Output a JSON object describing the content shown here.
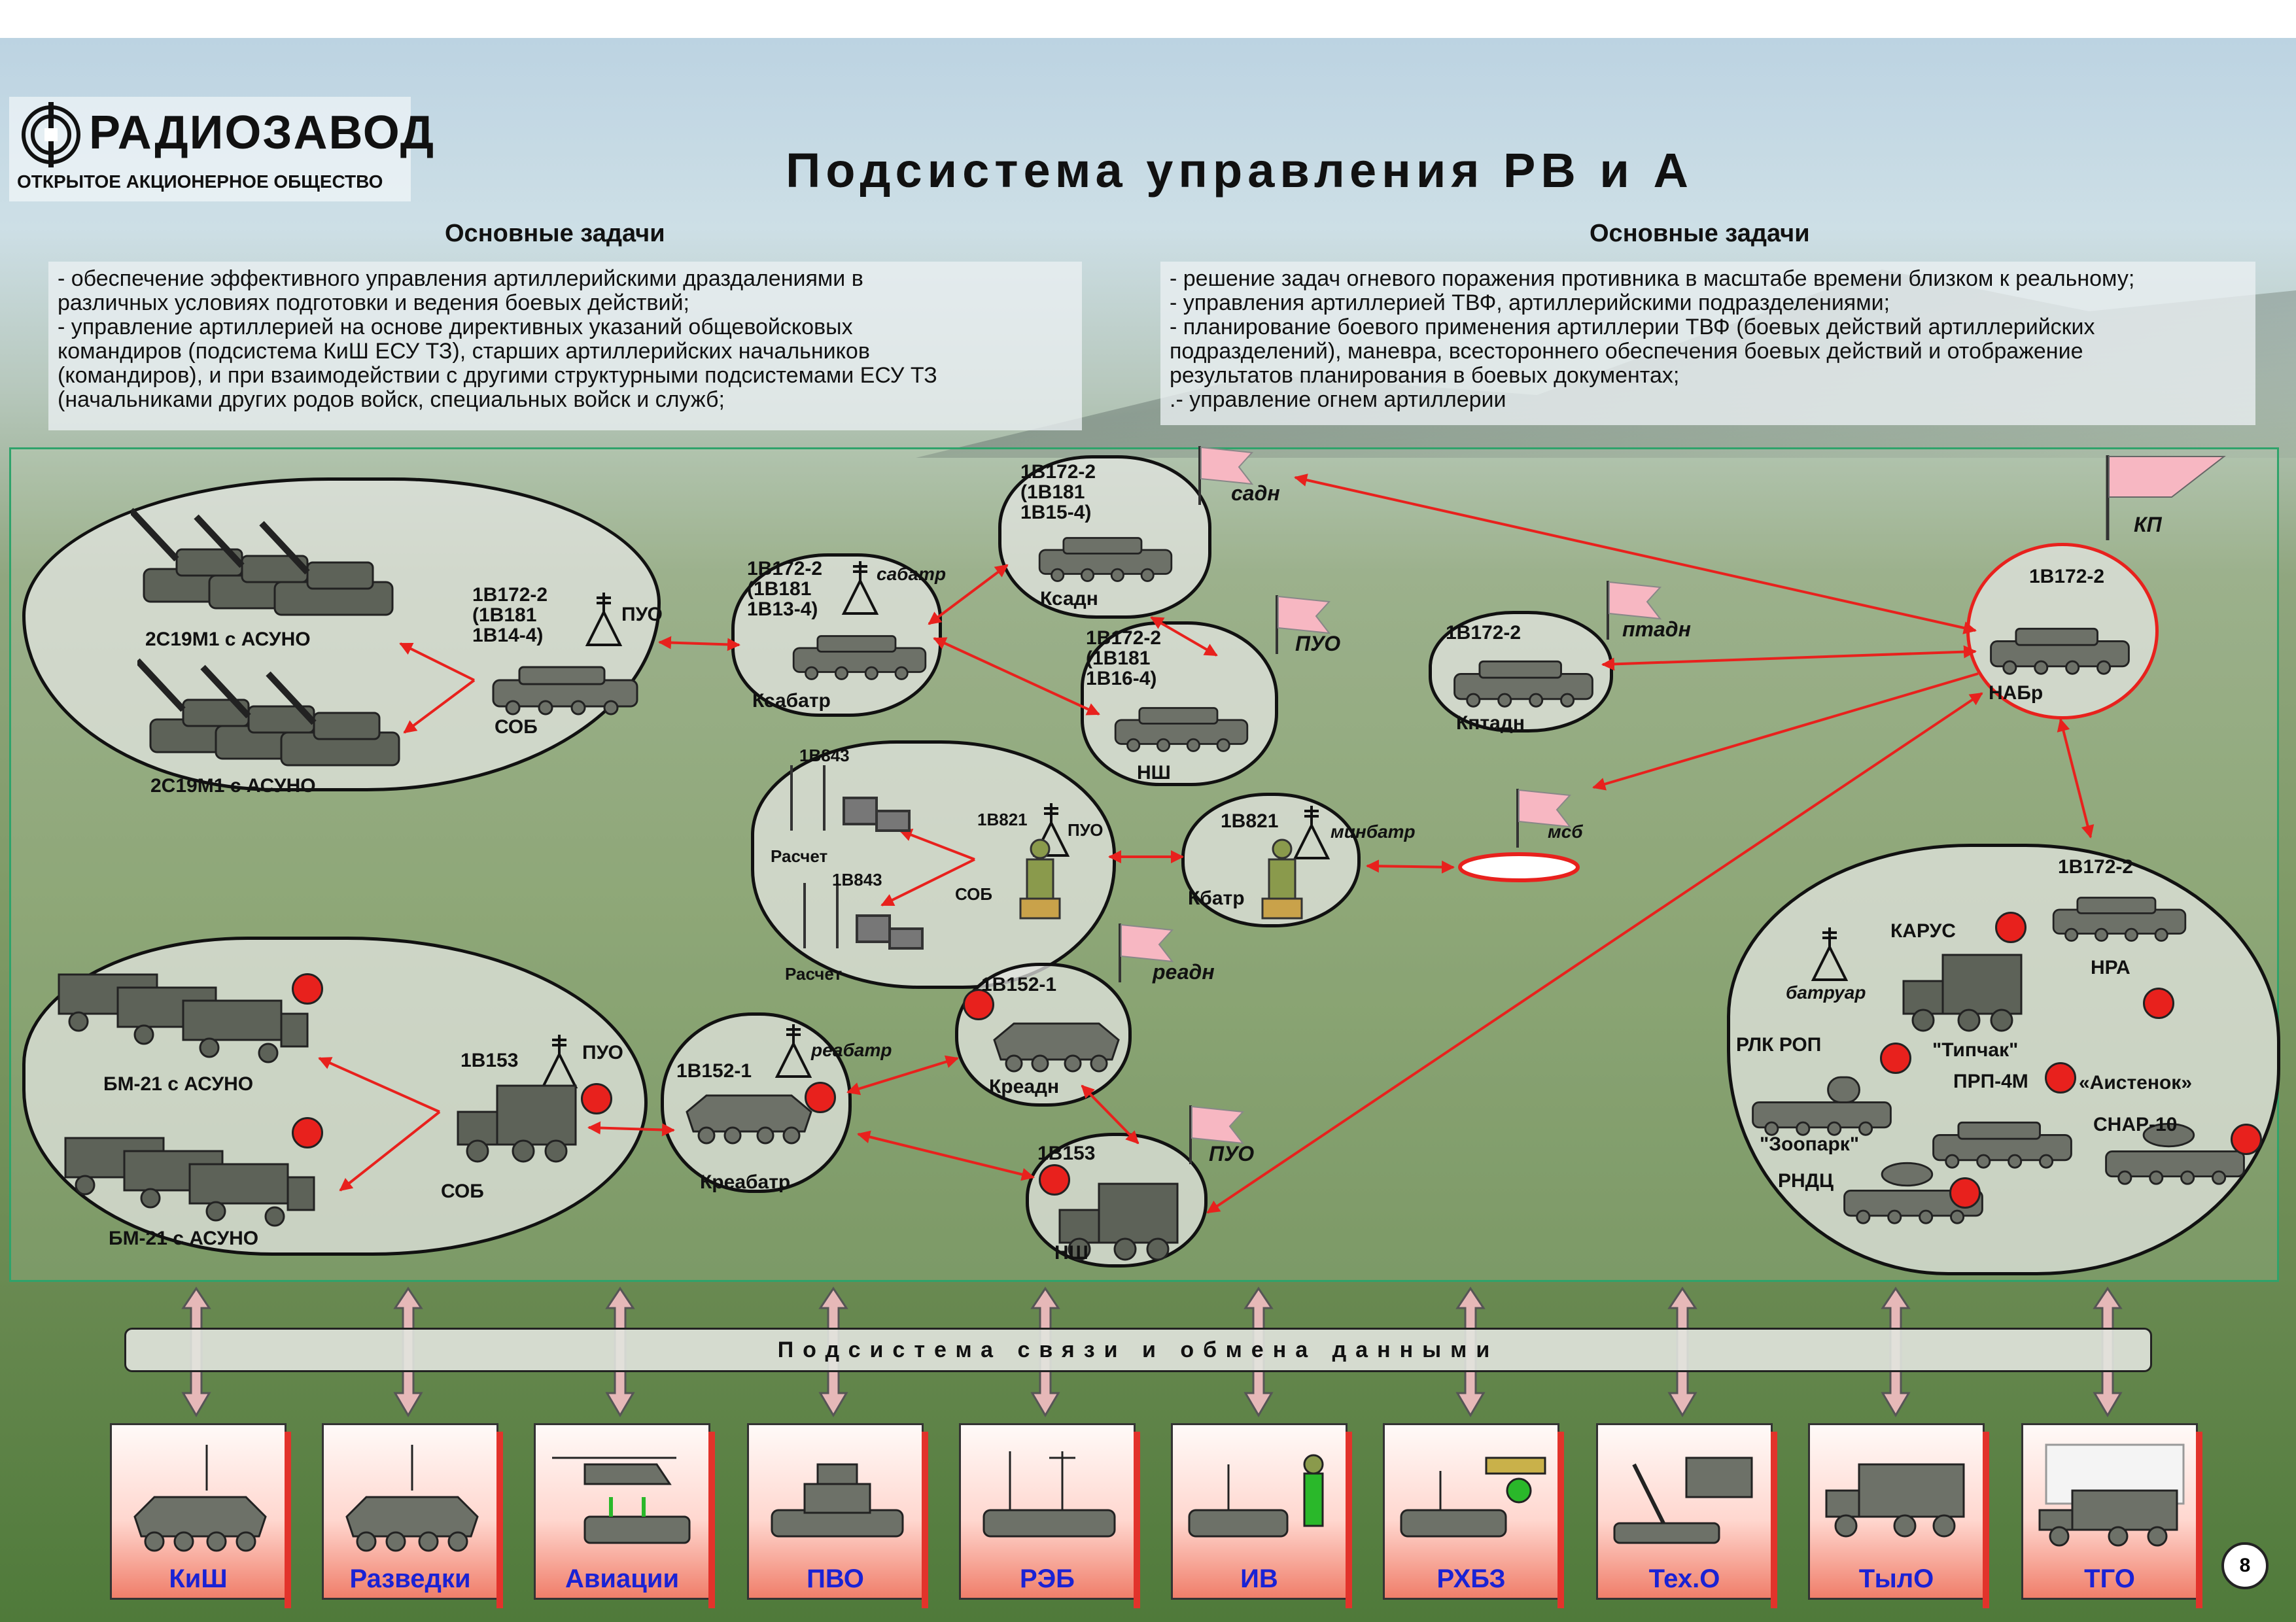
{
  "header": {
    "logo_name": "РАДИОЗАВОД",
    "logo_sub": "ОТКРЫТОЕ АКЦИОНЕРНОЕ ОБЩЕСТВО",
    "title": "Подсистема управления РВ и А"
  },
  "tasks_left": {
    "heading": "Основные задачи",
    "text": "- обеспечение эффективного управления артиллерийскими драздалениями в\nразличных условиях подготовки и ведения боевых действий;\n- управление артиллерией на основе директивных указаний общевойсковых\nкомандиров (подсистема КиШ ЕСУ ТЗ), старших артиллерийских начальников\n(командиров), и при взаимодействии с другими структурными подсистемами ЕСУ ТЗ\n(начальниками других родов войск, специальных войск и служб;"
  },
  "tasks_right": {
    "heading": "Основные задачи",
    "text": "- решение задач огневого поражения противника в масштабе времени близком к реальному;\n- управления артиллерией ТВФ, артиллерийскими  подразделениями;\n- планирование боевого применения артиллерии ТВФ (боевых действий артиллерийских\nподразделений), маневра, всестороннего обеспечения боевых действий и отображение\nрезультатов планирования в боевых документах;\n.- управление огнем артиллерии"
  },
  "diagram": {
    "group1": {
      "row1": "2С19М1 с АСУНО",
      "row2": "2С19М1 с АСУНО",
      "device": "1В172-2\n(1В181\n1В14-4)",
      "post": "ПУО",
      "sob": "СОБ"
    },
    "ksabatr": {
      "device": "1В172-2\n(1В181\n1В13-4)",
      "flag": "сабатр",
      "name": "Ксабатр"
    },
    "ksadn": {
      "device": "1В172-2\n(1В181\n1В15-4)",
      "flag": "садн",
      "name": "Ксадн"
    },
    "ns1": {
      "device": "1В172-2\n(1В181\n1В16-4)",
      "flag": "ПУО",
      "name": "НШ"
    },
    "kptadn": {
      "device": "1В172-2",
      "flag": "птадн",
      "name": "Кптадн"
    },
    "kp": {
      "flag": "КП",
      "device": "1В172-2",
      "name": "НАБр"
    },
    "mortar": {
      "top_device": "1В843",
      "bottom_device": "1В843",
      "crew_top": "Расчет",
      "crew_bottom": "Расчет",
      "device": "1В821",
      "post": "ПУО",
      "sob": "СОБ"
    },
    "kbatr": {
      "device": "1В821",
      "flag": "минбатр",
      "name": "Кбатр"
    },
    "msb": {
      "flag": "мсб"
    },
    "mlrs": {
      "row1": "БМ-21 с АСУНО",
      "row2": "БМ-21 с АСУНО",
      "device": "1В153",
      "post": "ПУО",
      "sob": "СОБ"
    },
    "kreabatr": {
      "device": "1В152-1",
      "flag": "реабатр",
      "name": "Креабатр"
    },
    "kreadn": {
      "device": "1В152-1",
      "flag": "реадн",
      "name": "Креадн"
    },
    "ns2": {
      "device": "1В153",
      "flag": "ПУО",
      "name": "НШ"
    },
    "recon": {
      "device_top": "1В172-2",
      "karus": "КАРУС",
      "nra": "НРА",
      "batruar": "батруар",
      "rlk": "РЛК РОП",
      "tipchak": "\"Типчак\"",
      "prp": "ПРП-4М",
      "aistenok": "«Аистенок»",
      "zoopark": "\"Зоопарк\"",
      "snar": "СНАР-10",
      "rndc": "РНДЦ"
    }
  },
  "link_bar": "Подсистема связи и обмена данными",
  "subsystems": [
    "КиШ",
    "Разведки",
    "Авиации",
    "ПВО",
    "РЭБ",
    "ИВ",
    "РХБЗ",
    "Тех.О",
    "ТылО",
    "ТГО"
  ],
  "page_number": "8",
  "colors": {
    "link_arrow": "#e8211d",
    "frame": "#2fa36b",
    "subsystem_label": "#1a22d4",
    "flag": "#f7b7c2"
  }
}
